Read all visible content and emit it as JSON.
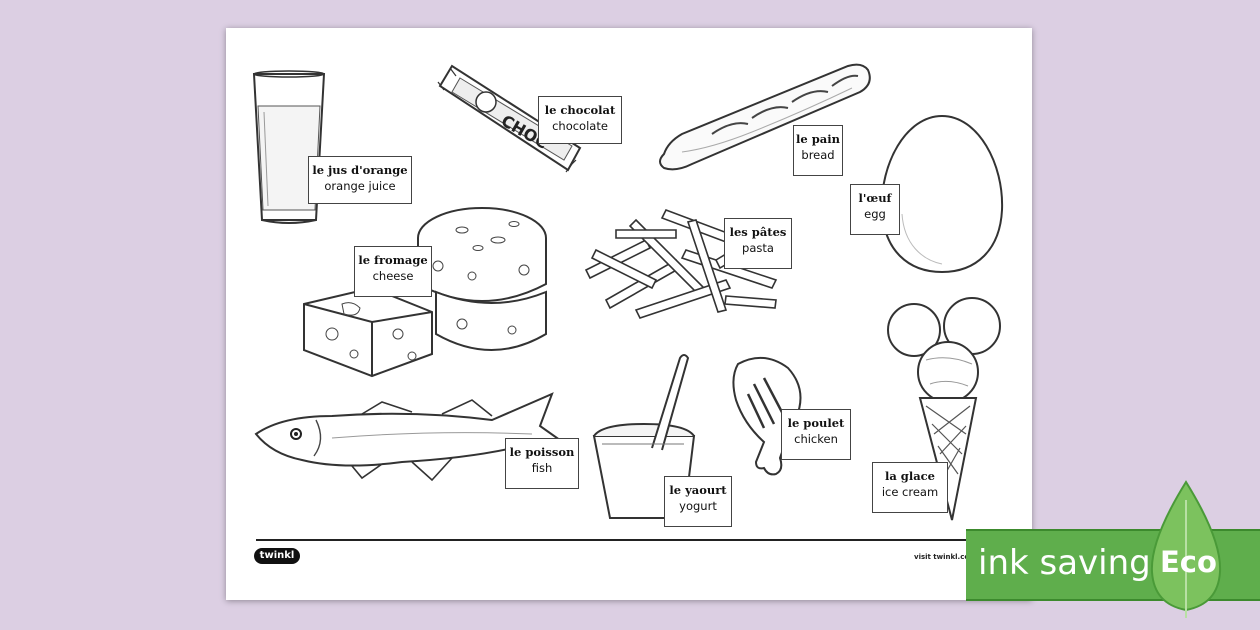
{
  "items": [
    {
      "fr": "le jus d'orange",
      "en": "orange juice"
    },
    {
      "fr": "le chocolat",
      "en": "chocolate"
    },
    {
      "fr": "le pain",
      "en": "bread"
    },
    {
      "fr": "l'œuf",
      "en": "egg"
    },
    {
      "fr": "le fromage",
      "en": "cheese"
    },
    {
      "fr": "les pâtes",
      "en": "pasta"
    },
    {
      "fr": "le poisson",
      "en": "fish"
    },
    {
      "fr": "le yaourt",
      "en": "yogurt"
    },
    {
      "fr": "le poulet",
      "en": "chicken"
    },
    {
      "fr": "la glace",
      "en": "ice cream"
    }
  ],
  "chocolate_wrapper_text": "CHOC",
  "footer": {
    "logo": "twinkl",
    "visit": "visit twinkl.com"
  },
  "badge": {
    "text": "ink saving",
    "eco": "Eco"
  },
  "colors": {
    "background": "#dccfe3",
    "badge_green": "#5fae4c",
    "leaf_green": "#7cc25e"
  }
}
